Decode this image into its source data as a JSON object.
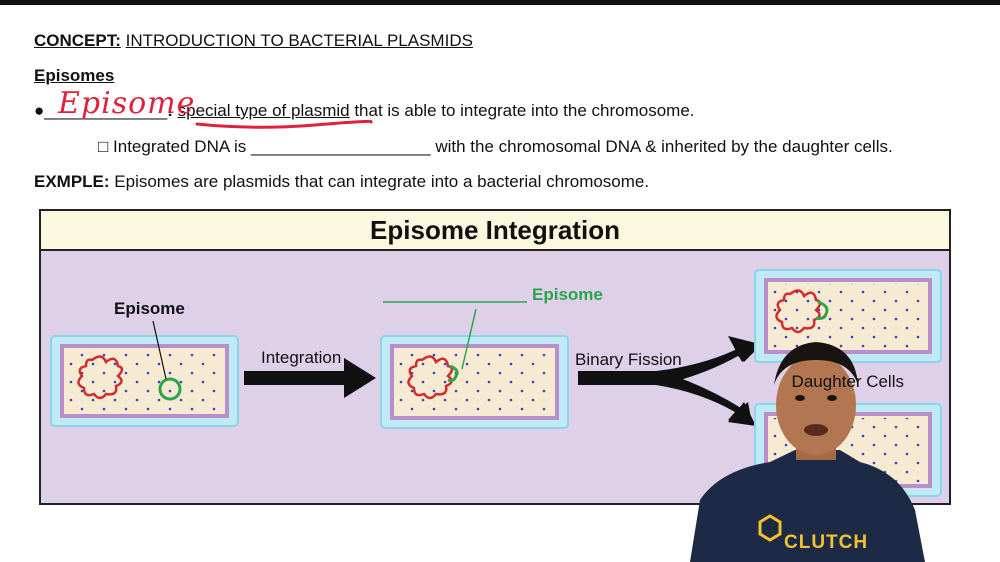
{
  "concept": {
    "label": "CONCEPT:",
    "title": "INTRODUCTION TO BACTERIAL PLASMIDS"
  },
  "section_title": "Episomes",
  "definition": {
    "bullet": "●",
    "handwritten": "Episome",
    "blank": "_____________",
    "colon": ":",
    "text_underlined": "special type of plasmid",
    "text_rest": " that is able to integrate into the chromosome."
  },
  "sub_point": {
    "checkbox": "□",
    "prefix": "Integrated DNA is ",
    "blank": "___________________",
    "suffix": " with the chromosomal DNA & inherited by the daughter cells."
  },
  "example": {
    "label": "EXMPLE:",
    "text": " Episomes are plasmids that can integrate into a bacterial chromosome."
  },
  "figure": {
    "title": "Episome Integration",
    "episome_label": "Episome",
    "integration_label": "Integration",
    "episome_green_label": "Episome",
    "binary_fission_label": "Binary Fission",
    "daughter_cells_label": "Daughter Cells"
  },
  "logo": {
    "text": "CLUTCH"
  },
  "colors": {
    "red_ink": "#e0213a",
    "green": "#2aa54a",
    "cell_blue": "#3b3fc7",
    "cell_outer": "#bfe9f5",
    "cell_inner": "#f6ead2"
  }
}
